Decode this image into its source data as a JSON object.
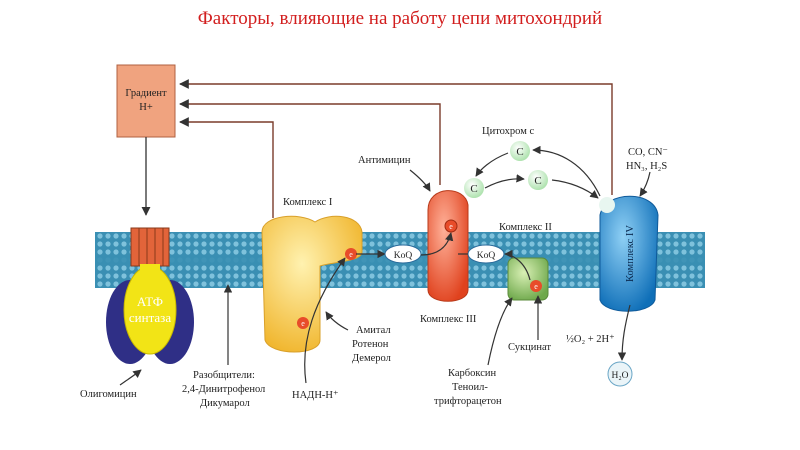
{
  "title": "Факторы, влияющие на работу цепи митохондрий",
  "gradient": {
    "line1": "Градиент",
    "line2": "H+"
  },
  "atp_synthase": {
    "line1": "АТФ",
    "line2": "синтаза"
  },
  "labels": {
    "complex1": "Комплекс I",
    "complex2": "Комплекс II",
    "complex3": "Комплекс III",
    "complex4": "Комплекс IV",
    "cytochrome_c": "Цитохром с",
    "antimycin": "Антимицин",
    "koq": "KoQ",
    "electron": "e",
    "cyt_c": "C",
    "inhibitors_c4_line1": "CO, CN⁻",
    "inhibitors_c4_line2": "HN₃, H₂S",
    "amytal": "Амитал",
    "rotenone": "Ротенон",
    "demerol": "Демерол",
    "nadh": "НАДН-Н⁺",
    "succinate": "Сукцинат",
    "carboxin": "Карбоксин",
    "thenoyl": "Теноил-",
    "trifluoroacetone": "трифторацетон",
    "uncouplers_line1": "Разобщители:",
    "uncouplers_line2": "2,4-Динитрофенол",
    "uncouplers_line3": "Дикумарол",
    "oligomycin": "Олигомицин",
    "oxygen": "½O₂ + 2H⁺",
    "water": "H₂O"
  },
  "colors": {
    "title": "#d21e1e",
    "membrane": "#3a8fb3",
    "gradient_box": "#f0a37f",
    "complex1": "#f4c84a",
    "complex3": "#e85a30",
    "complex4": "#1f8ad0",
    "complex2": "#8cc26a",
    "atp_head": "#f2e416",
    "atp_base": "#2f2f86"
  }
}
